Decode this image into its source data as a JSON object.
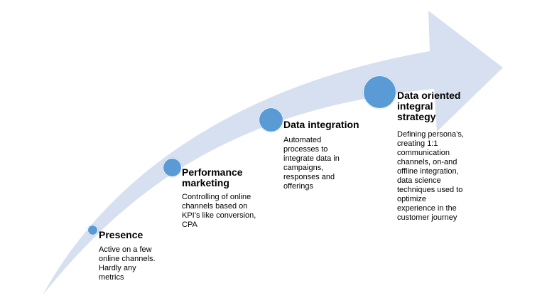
{
  "colors": {
    "arrow": "#d6e0f1",
    "dot": "#5b9bd5",
    "text": "#000000"
  },
  "stages": [
    {
      "id": "presence",
      "title": "Presence",
      "description": "Active on a few\nonline channels.\nHardly any\nmetrics"
    },
    {
      "id": "performance-marketing",
      "title": "Performance\nmarketing",
      "description": "Controlling of online\nchannels based on\nKPI’s like conversion,\nCPA"
    },
    {
      "id": "data-integration",
      "title": "Data integration",
      "description": "Automated\nprocesses to\nintegrate data in\ncampaigns,\nresponses and\nofferings"
    },
    {
      "id": "data-oriented-integral-strategy",
      "title": "Data oriented\nintegral\nstrategy",
      "description": "Defining persona’s,\ncreating 1:1\ncommunication\nchannels, on-and\noffline integration,\ndata science\ntechniques used to\noptimize\nexperience in the\ncustomer journey"
    }
  ]
}
